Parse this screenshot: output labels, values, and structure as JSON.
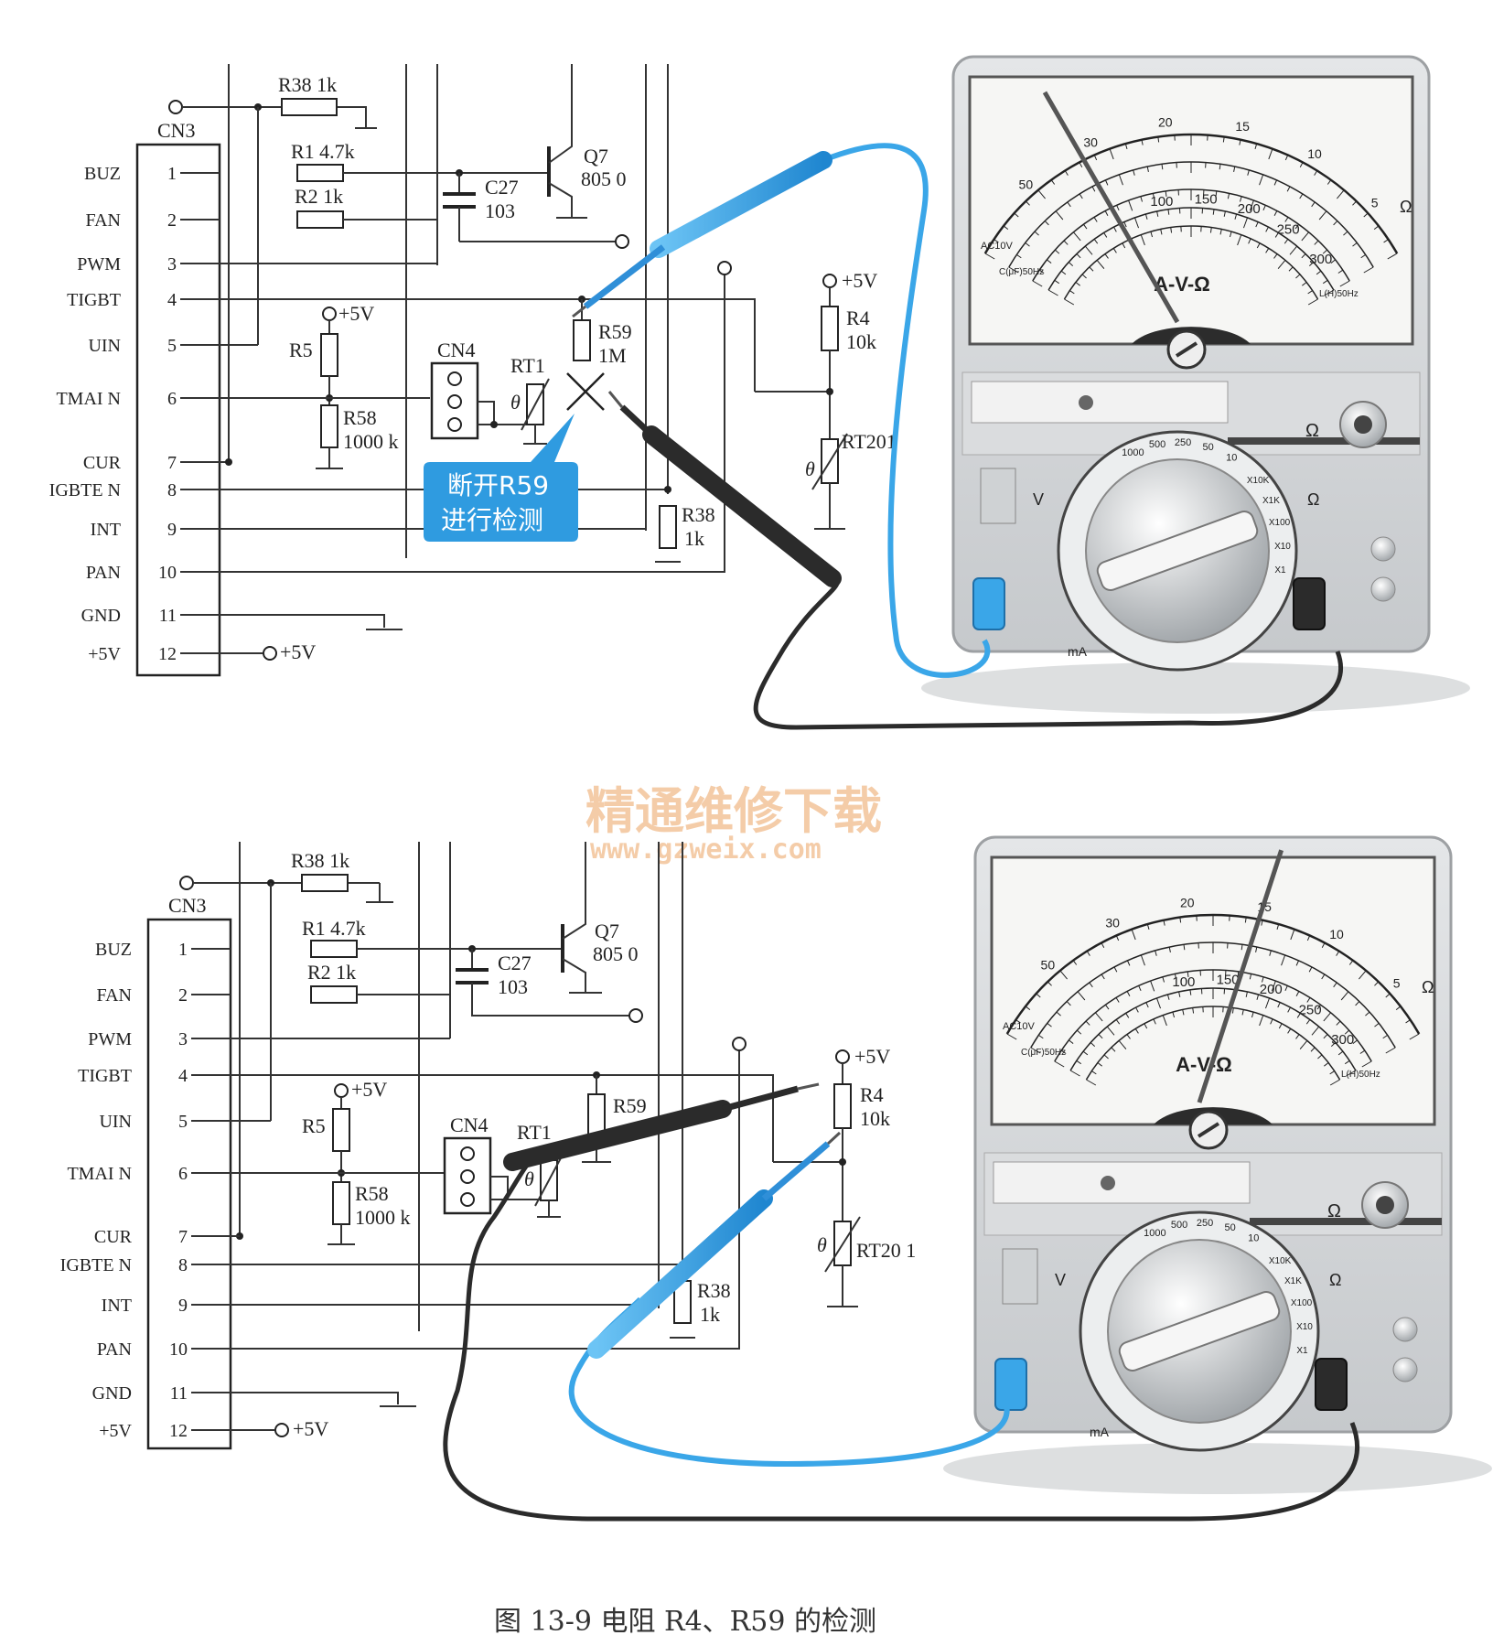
{
  "caption": "图 13-9 电阻 R4、R59 的检测",
  "watermark": {
    "line1": "精通维修下载",
    "line2": "www.gzweix.com"
  },
  "callout": {
    "line1": "断开R59",
    "line2": "进行检测"
  },
  "connector": {
    "name": "CN3",
    "pins": [
      {
        "num": "1",
        "label": "BUZ"
      },
      {
        "num": "2",
        "label": "FAN"
      },
      {
        "num": "3",
        "label": "PWM"
      },
      {
        "num": "4",
        "label": "TIGBT"
      },
      {
        "num": "5",
        "label": "UIN"
      },
      {
        "num": "6",
        "label": "TMAI N"
      },
      {
        "num": "7",
        "label": "CUR"
      },
      {
        "num": "8",
        "label": "IGBTE N"
      },
      {
        "num": "9",
        "label": "INT"
      },
      {
        "num": "10",
        "label": "PAN"
      },
      {
        "num": "11",
        "label": "GND"
      },
      {
        "num": "12",
        "label": "+5V"
      }
    ]
  },
  "components": {
    "r38_top": "R38 1k",
    "r1": "R1 4.7k",
    "r2": "R2 1k",
    "c27": "C27",
    "c27_val": "103",
    "q7": "Q7",
    "q7_val": "805 0",
    "r5": "R5",
    "r58": "R58",
    "r58_val": "1000 k",
    "cn4": "CN4",
    "rt1": "RT1",
    "r59": "R59",
    "r59_val": "1M",
    "r4": "R4",
    "r4_val": "10k",
    "rt201": "RT201",
    "rt201_b": "RT20 1",
    "r38_mid": "R38",
    "r38_mid_val": "1k",
    "vcc": "+5V",
    "theta": "θ"
  },
  "meter": {
    "title": "A-V-Ω",
    "ohm": "Ω",
    "v": "V",
    "ma": "mA",
    "ac": "AC10V",
    "cap": "C(μF)50Hz",
    "lhz": "L(H)50Hz",
    "top_scale": [
      "50",
      "30",
      "20",
      "15",
      "10",
      "5"
    ],
    "mid_scale": [
      "100",
      "150",
      "200",
      "250",
      "300"
    ],
    "dial_ranges": [
      "1000",
      "500",
      "250",
      "50",
      "10"
    ],
    "dial_ohm": [
      "X10K",
      "X1K",
      "X100",
      "X10",
      "X1"
    ]
  },
  "colors": {
    "probe_red": "#3aa6e8",
    "probe_black": "#2b2b2b",
    "callout": "#2f9be0",
    "meter_body": "#d6d8da"
  },
  "panels": [
    {
      "needle_deg": -30
    },
    {
      "needle_deg": 18
    }
  ]
}
